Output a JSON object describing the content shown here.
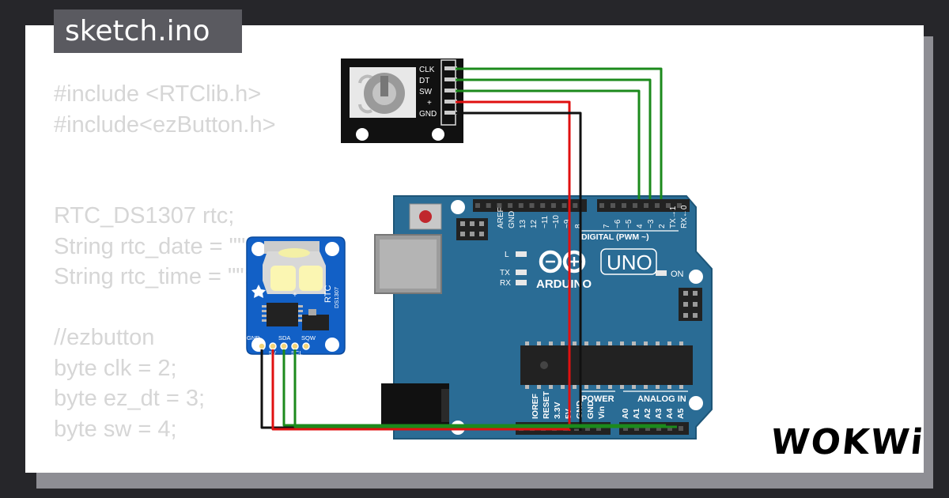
{
  "file_tab": "sketch.ino",
  "code_lines": [
    "#include <RTClib.h>",
    "#include<ezButton.h>",
    "",
    "",
    "RTC_DS1307 rtc;",
    "String rtc_date = \"\";",
    "String rtc_time = \"\";",
    "",
    "//ezbutton",
    "byte clk = 2;",
    "byte ez_dt = 3;",
    "byte sw = 4;"
  ],
  "encoder": {
    "pins": [
      "CLK",
      "DT",
      "SW",
      "+",
      "GND"
    ]
  },
  "rtc": {
    "title": "RTC",
    "model": "DS1307",
    "pins_top": [
      "GND",
      "SDA",
      "SQW"
    ],
    "pins_bottom": [
      "5V",
      "SCL"
    ]
  },
  "arduino": {
    "brand": "ARDUINO",
    "model": "UNO",
    "digital_label": "DIGITAL (PWM ~)",
    "digital_pins": [
      "AREF",
      "GND",
      "13",
      "12",
      "~11",
      "~10",
      "~9",
      "8",
      "7",
      "~6",
      "~5",
      "4",
      "~3",
      "2",
      "TX→1",
      "RX←0"
    ],
    "led_labels": [
      "L",
      "TX",
      "RX"
    ],
    "on_label": "ON",
    "power_label": "POWER",
    "analog_label": "ANALOG IN",
    "power_pins": [
      "IOREF",
      "RESET",
      "3.3V",
      "5V",
      "GND",
      "GND",
      "Vin"
    ],
    "analog_pins": [
      "A0",
      "A1",
      "A2",
      "A3",
      "A4",
      "A5"
    ]
  },
  "wire_colors": {
    "signal": "#1c8a1c",
    "power": "#e01010",
    "ground": "#111111"
  },
  "brand_logo": "WOKWi"
}
